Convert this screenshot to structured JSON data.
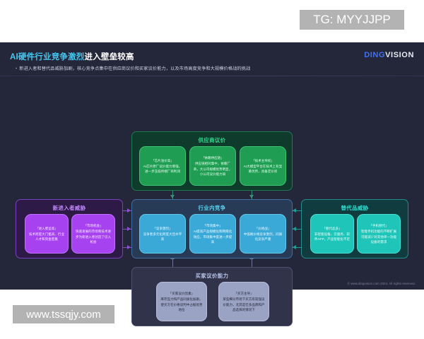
{
  "header": {
    "title_accent": "AI硬件行业竞争激烈",
    "title_rest": "进入壁垒较高",
    "subtitle": "新进入者和替代品威胁加剧，核心竞争点集中在供应商议价和买家议价能力，以及市场高度竞争和大规模价格战的挑战",
    "logo_first": "DING",
    "logo_second": "VISION"
  },
  "groups": {
    "supplier": {
      "title": "供应商议价",
      "accent": "#31d68e",
      "cards": [
        {
          "head": "「芯片溢价高」",
          "body": "AI芯片原厂议价能力增强，进一步压低终端厂商利润"
        },
        {
          "head": "「依赖供应链」",
          "body": "供应链相对集中，依赖厂商，大公司规模优势明显，小公司议价能力弱"
        },
        {
          "head": "「技术主导权」",
          "body": "AI大模型平台在技术上有显著优势，具备定价权"
        }
      ]
    },
    "rivalry": {
      "title": "行业内竞争",
      "accent": "#5ad6f2",
      "cards": [
        {
          "head": "「竞争激烈」",
          "body": "竞争者多元化跨度大且水平高"
        },
        {
          "head": "「市场集中」",
          "body": "AI提高产品规模化和网络化效应，市场集中度进一步提高"
        },
        {
          "head": "「价格战」",
          "body": "中低端价格竞争激烈，同质化竞争严重"
        }
      ]
    },
    "entrants": {
      "title": "新进入者威胁",
      "accent": "#c48cff",
      "cards": [
        {
          "head": "「进入壁垒高」",
          "body": "技术跨度大门槛高、行业人才和资金密集"
        },
        {
          "head": "「市场机会」",
          "body": "快速发展的市场和技术进步为新进入者创造了切入机会"
        }
      ]
    },
    "substitutes": {
      "title": "替代品威胁",
      "accent": "#2fe0d0",
      "cards": [
        {
          "head": "「替代品多」",
          "body": "非智能设备、云服务、软件APP，产品智能化不足"
        },
        {
          "head": "「手机替代」",
          "body": "智能手机功能的不断扩展可能减少对其他单一功能设备的需求"
        }
      ]
    },
    "buyers": {
      "title": "买家议价能力",
      "accent": "#b9c4e8",
      "cards": [
        {
          "head": "「买家议价因素」",
          "body": "库存压力和产品同质化加剧，使买方在价格谈判中占据优势地位"
        },
        {
          "head": "「买方主导」",
          "body": "某些细分市场下买方有较强议价能力，尤其是在多品牌和产品选择的情况下"
        }
      ]
    }
  },
  "footer": {
    "copyright": "© www.dingvision.com 2024. All rights reserved."
  },
  "watermarks": {
    "top": "TG: MYYJJPP",
    "bottom": "www.tssqjy.com"
  }
}
